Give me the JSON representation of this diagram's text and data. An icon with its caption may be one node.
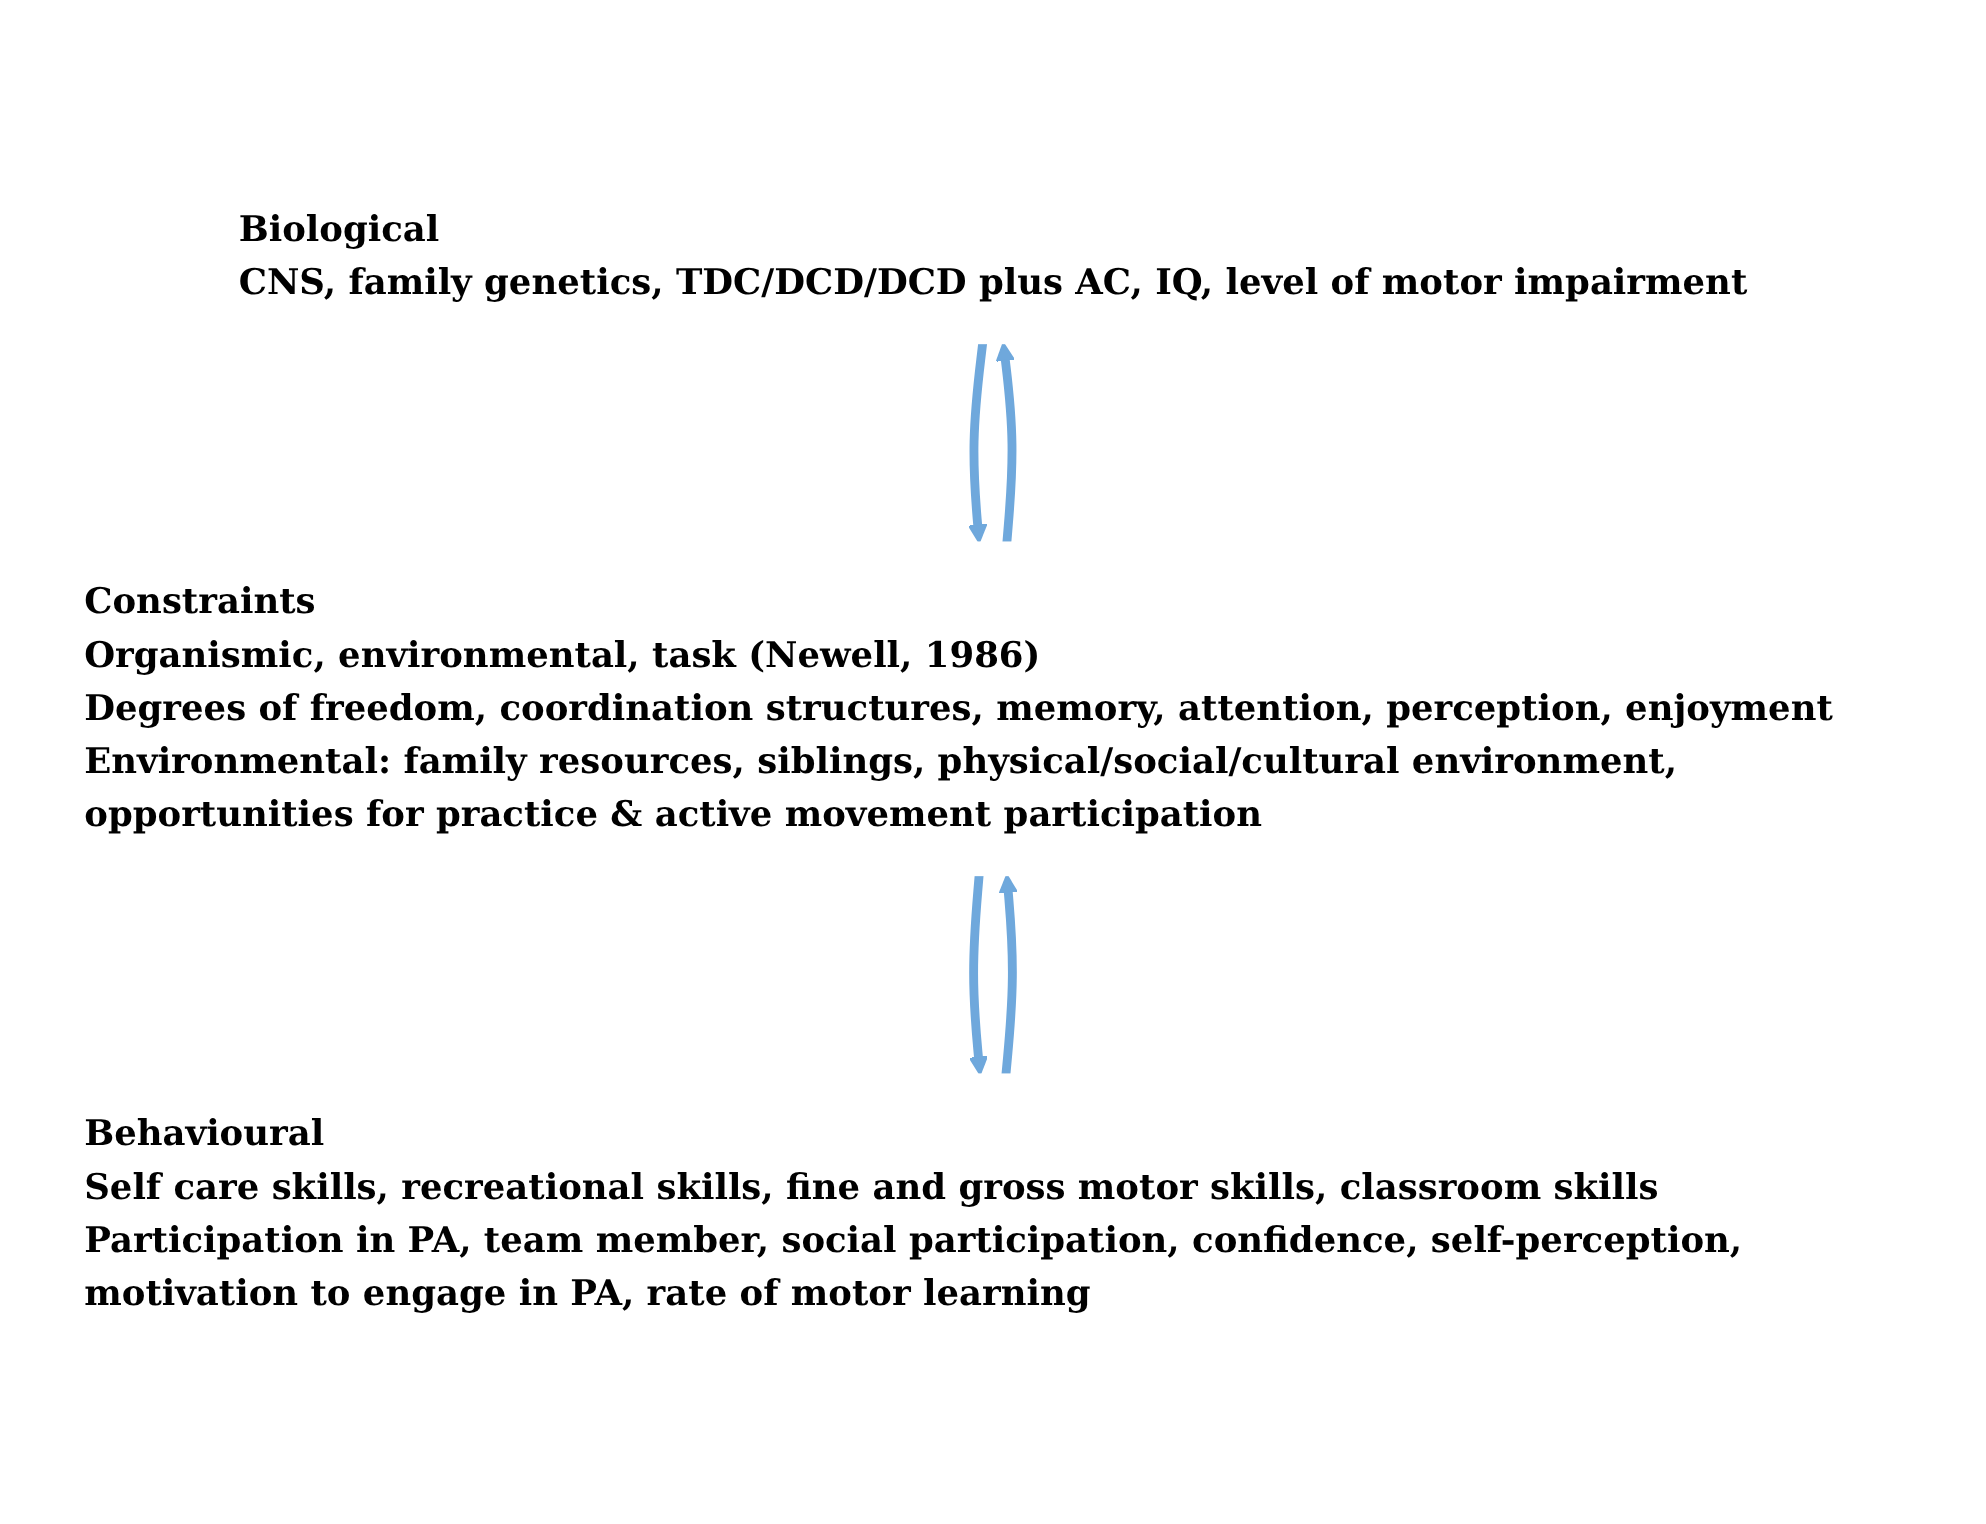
{
  "diagram": {
    "nodes": [
      {
        "text": [
          "Biological",
          "CNS, family genetics, TDC/DCD/DCD plus AC, IQ, level of motor impairment"
        ]
      },
      {
        "text": [
          "Constraints",
          "Organismic, environmental, task (Newell, 1986)",
          "Degrees of freedom, coordination structures, memory, attention, perception, enjoyment",
          "Environmental: family resources, siblings, physical/social/cultural environment, opportunities for practice & active movement participation"
        ]
      },
      {
        "text": [
          "Behavioural",
          "Self care skills, recreational skills, fine and gross motor skills, classroom skills",
          "Participation in PA, team member, social participation, confidence, self-perception, motivation to engage in PA, rate of motor learning"
        ]
      }
    ],
    "edges": [
      {
        "from": 1,
        "to": 0,
        "arrow": "to"
      },
      {
        "from": 0,
        "to": 1,
        "arrow": "to"
      },
      {
        "from": 2,
        "to": 1,
        "arrow": "to"
      },
      {
        "from": 1,
        "to": 2,
        "arrow": "to"
      }
    ]
  }
}
